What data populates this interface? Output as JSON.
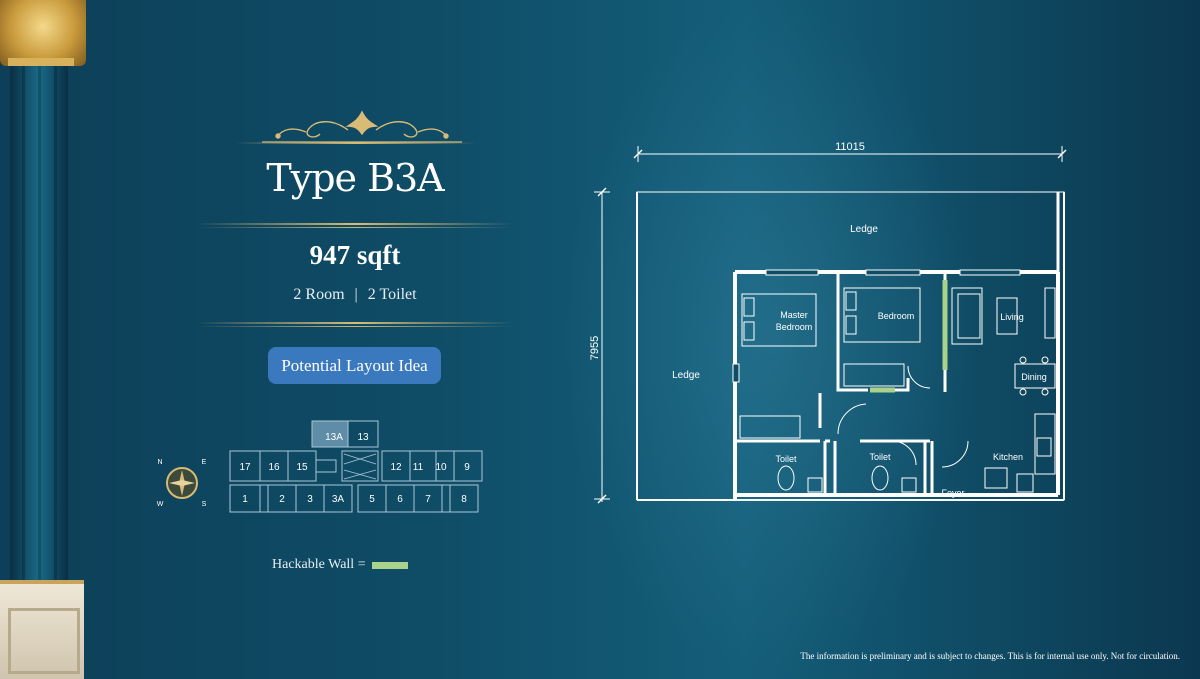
{
  "unit": {
    "title": "Type B3A",
    "area": "947 sqft",
    "rooms": "2 Room",
    "separator": "|",
    "toilets": "2 Toilet"
  },
  "layout_button": {
    "label": "Potential Layout Idea"
  },
  "legend": {
    "hackable_wall_label": "Hackable Wall =",
    "hackable_wall_color": "#a9d28a"
  },
  "disclaimer": "The information is preliminary and is subject to changes. This is for internal use only. Not for circulation.",
  "key_plan": {
    "top_units": [
      "13A",
      "13"
    ],
    "middle_units": [
      "17",
      "16",
      "15",
      "12",
      "11",
      "10",
      "9"
    ],
    "bottom_units": [
      "1",
      "2",
      "3",
      "3A",
      "5",
      "6",
      "7",
      "8"
    ],
    "highlighted_unit": "13A",
    "compass": [
      "N",
      "E",
      "W",
      "S"
    ]
  },
  "floor_plan": {
    "width_dimension": "11015",
    "height_dimension": "7955",
    "rooms": {
      "ledge_top": "Ledge",
      "ledge_left": "Ledge",
      "master_bedroom_line1": "Master",
      "master_bedroom_line2": "Bedroom",
      "bedroom": "Bedroom",
      "living": "Living",
      "dining": "Dining",
      "toilet_1": "Toilet",
      "toilet_2": "Toilet",
      "kitchen": "Kitchen",
      "foyer": "Foyer"
    }
  },
  "colors": {
    "accent_gold": "#d9bb76",
    "button_blue": "#3a79bd",
    "background": "#0f4c66"
  }
}
